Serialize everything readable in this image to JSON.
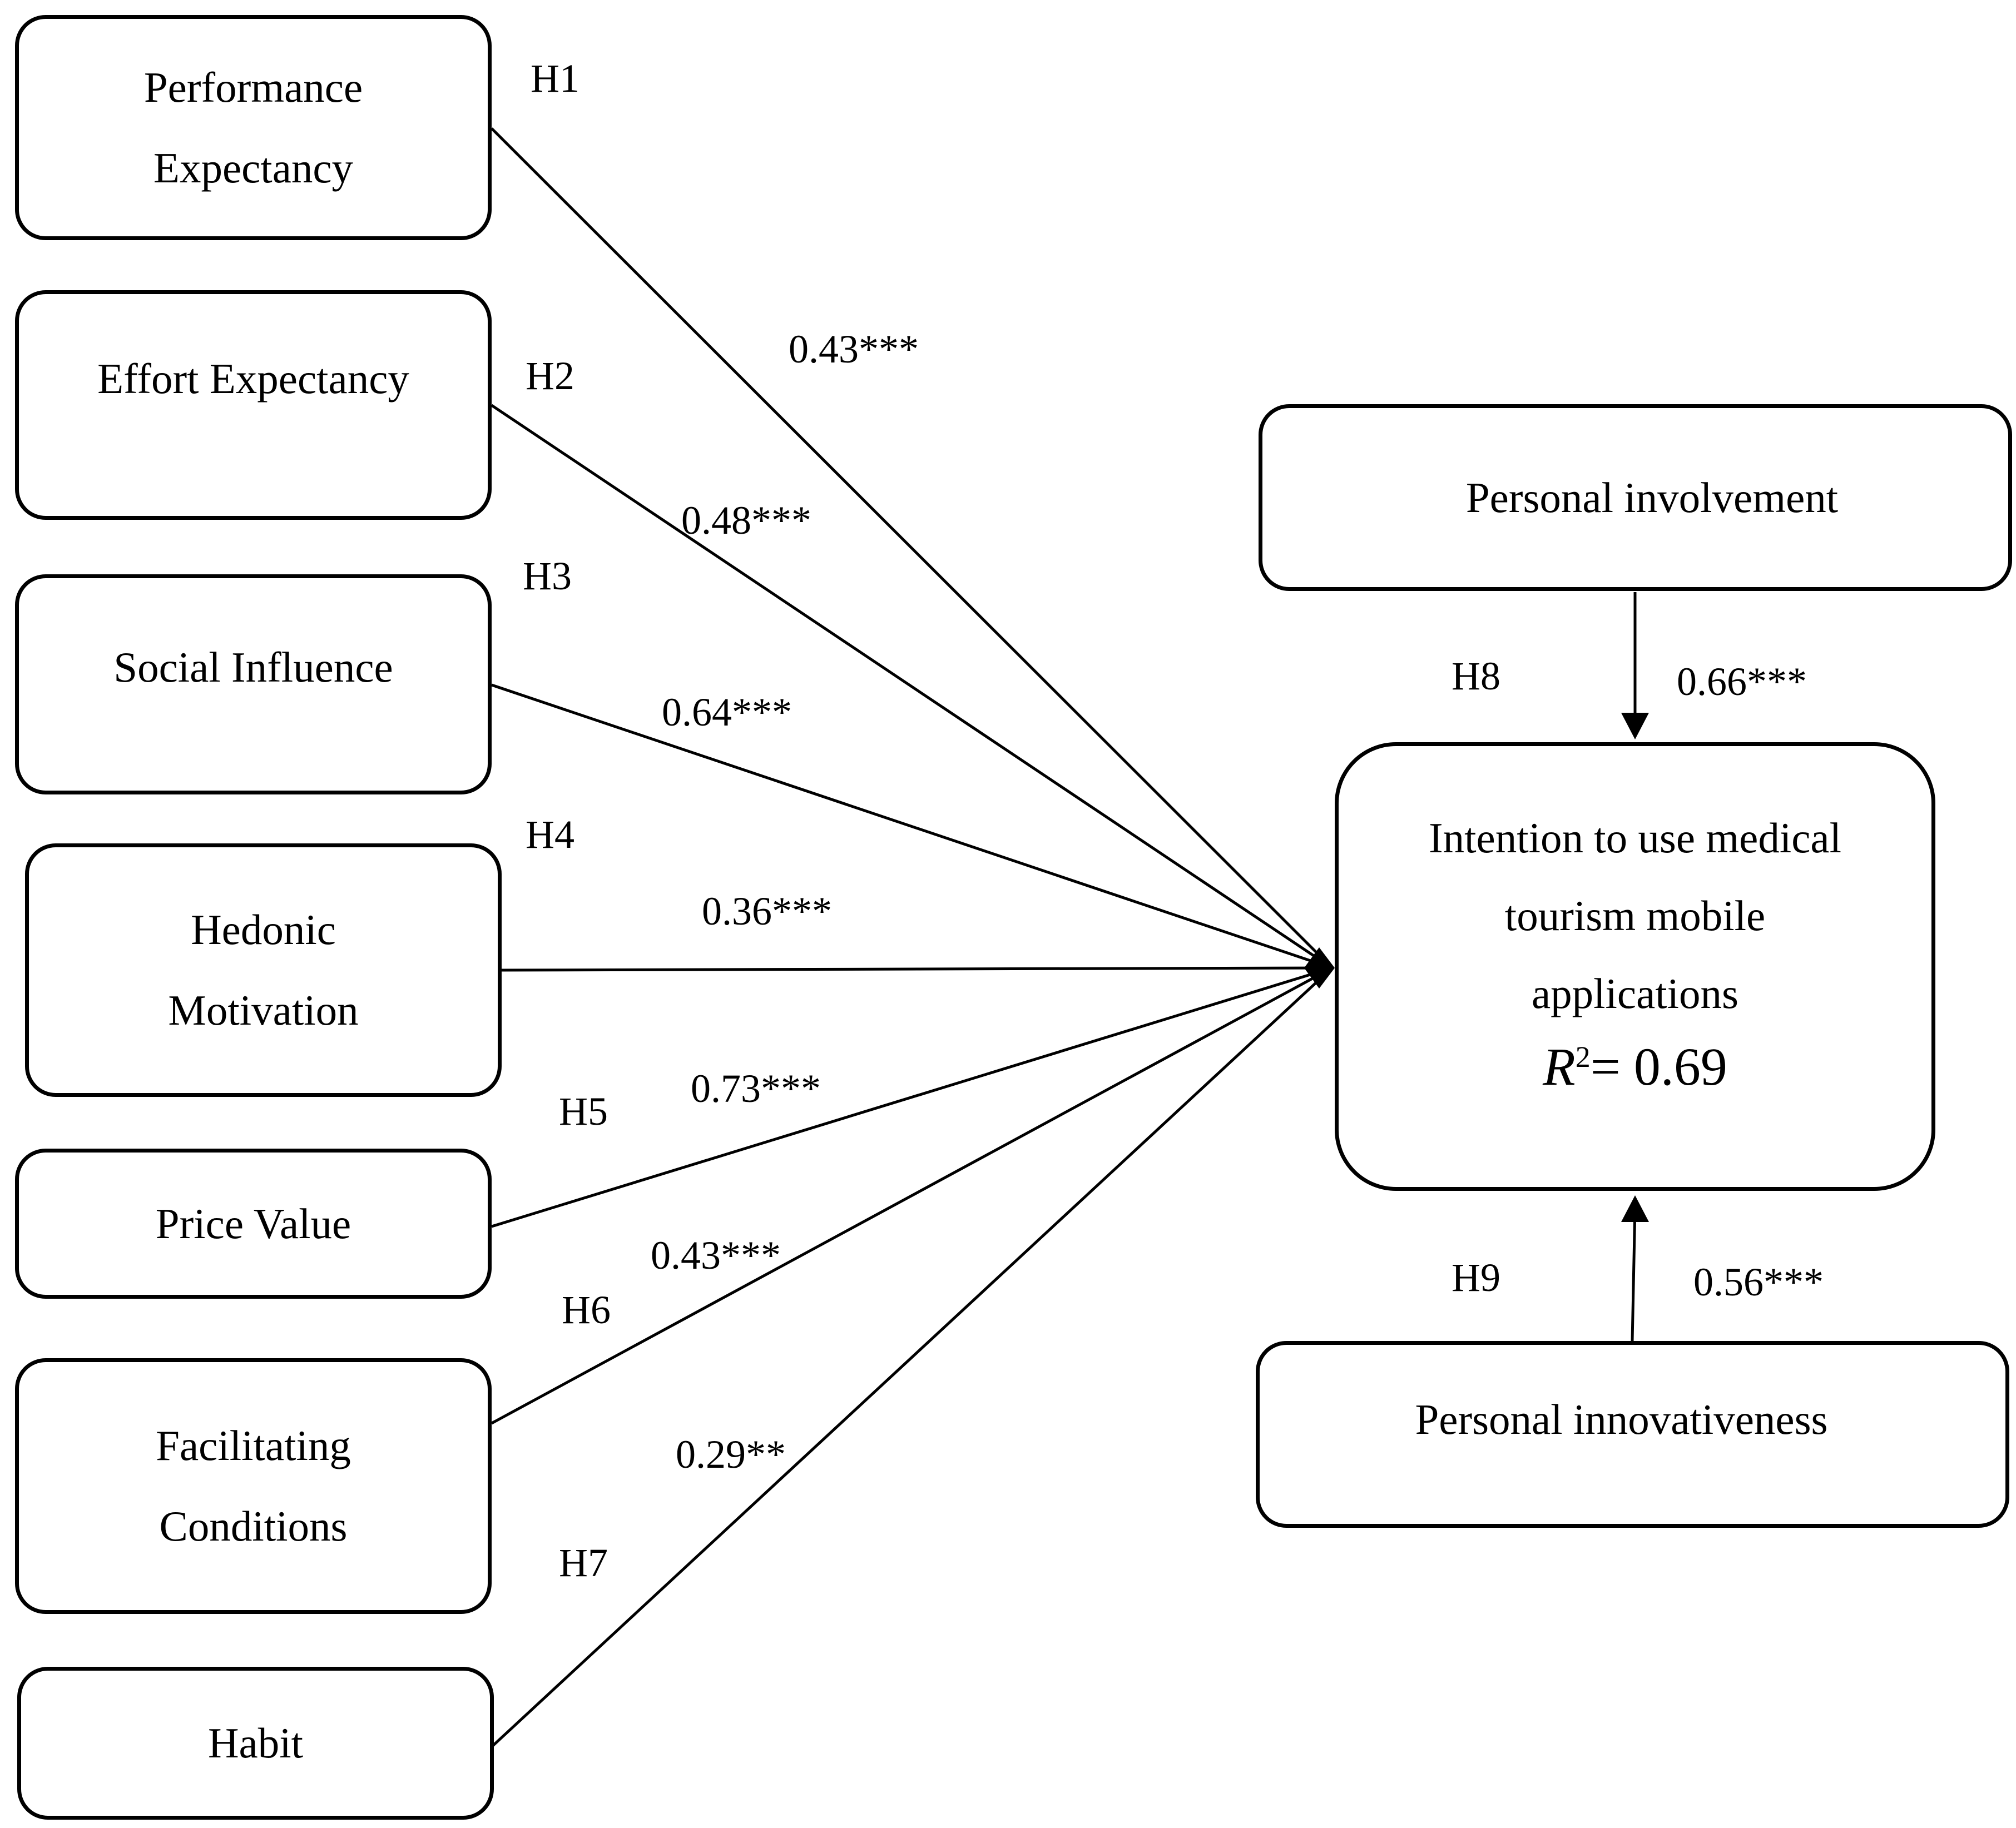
{
  "diagram": {
    "predictors": [
      {
        "id": "pe",
        "lines": [
          "Performance",
          "Expectancy"
        ],
        "hypothesis": "H1",
        "coefficient": "0.43***"
      },
      {
        "id": "ee",
        "lines": [
          "Effort Expectancy"
        ],
        "hypothesis": "H2",
        "coefficient": "0.48***"
      },
      {
        "id": "si",
        "lines": [
          "Social Influence"
        ],
        "hypothesis": "H3",
        "coefficient": "0.64***"
      },
      {
        "id": "hm",
        "lines": [
          "Hedonic",
          "Motivation"
        ],
        "hypothesis": "H4",
        "coefficient": "0.36***"
      },
      {
        "id": "pv",
        "lines": [
          "Price Value"
        ],
        "hypothesis": "H5",
        "coefficient": "0.73***"
      },
      {
        "id": "fc",
        "lines": [
          "Facilitating",
          "Conditions"
        ],
        "hypothesis": "H6",
        "coefficient": "0.43***"
      },
      {
        "id": "hb",
        "lines": [
          "Habit"
        ],
        "hypothesis": "H7",
        "coefficient": "0.29**"
      }
    ],
    "outcome": {
      "lines": [
        "Intention to use medical",
        "tourism mobile",
        "applications"
      ],
      "r2_symbol": "R",
      "r2_superscript": "2",
      "r2_value": "= 0.69"
    },
    "moderator_top": {
      "label": "Personal involvement",
      "hypothesis": "H8",
      "coefficient": "0.66***"
    },
    "moderator_bottom": {
      "label": "Personal innovativeness",
      "hypothesis": "H9",
      "coefficient": "0.56***"
    }
  }
}
